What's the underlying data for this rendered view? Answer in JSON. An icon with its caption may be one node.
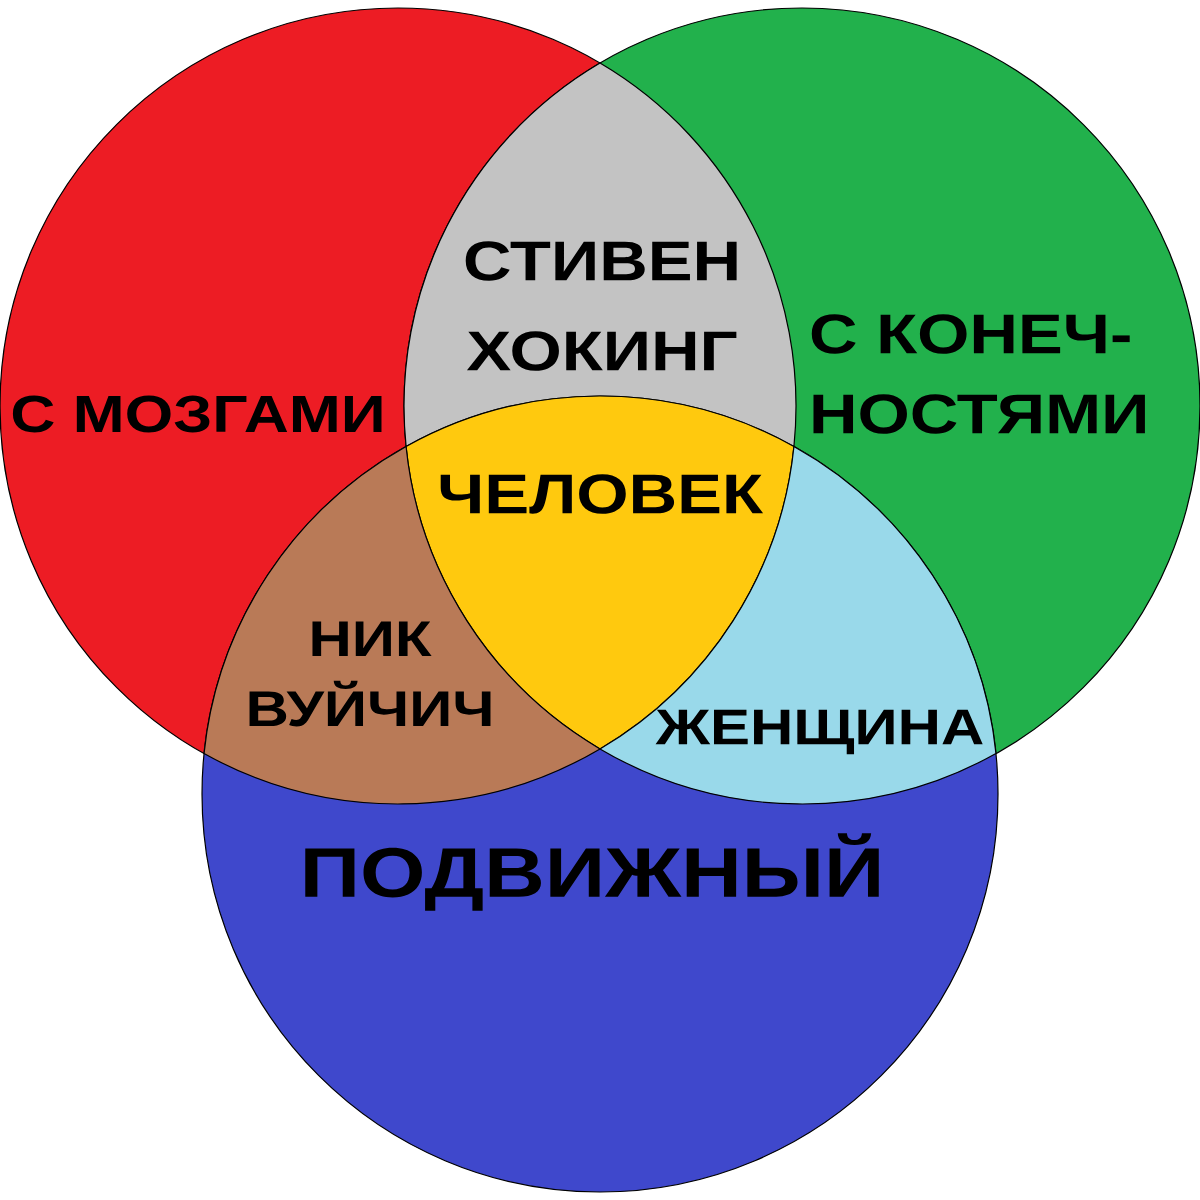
{
  "diagram": {
    "nodes": [
      {
        "text": [
          "С МОЗГАМИ"
        ]
      },
      {
        "text": [
          "С КОНЕЧ- НОСТЯМИ"
        ]
      },
      {
        "text": [
          "ПОДВИЖНЫЙ"
        ]
      },
      {
        "text": [
          "СТИВЕН ХОКИНГ"
        ]
      },
      {
        "text": [
          "ЧЕЛОВЕК"
        ]
      },
      {
        "text": [
          "НИК ВУЙЧИЧ"
        ]
      },
      {
        "text": [
          "ЖЕНЩИНА"
        ]
      }
    ]
  }
}
